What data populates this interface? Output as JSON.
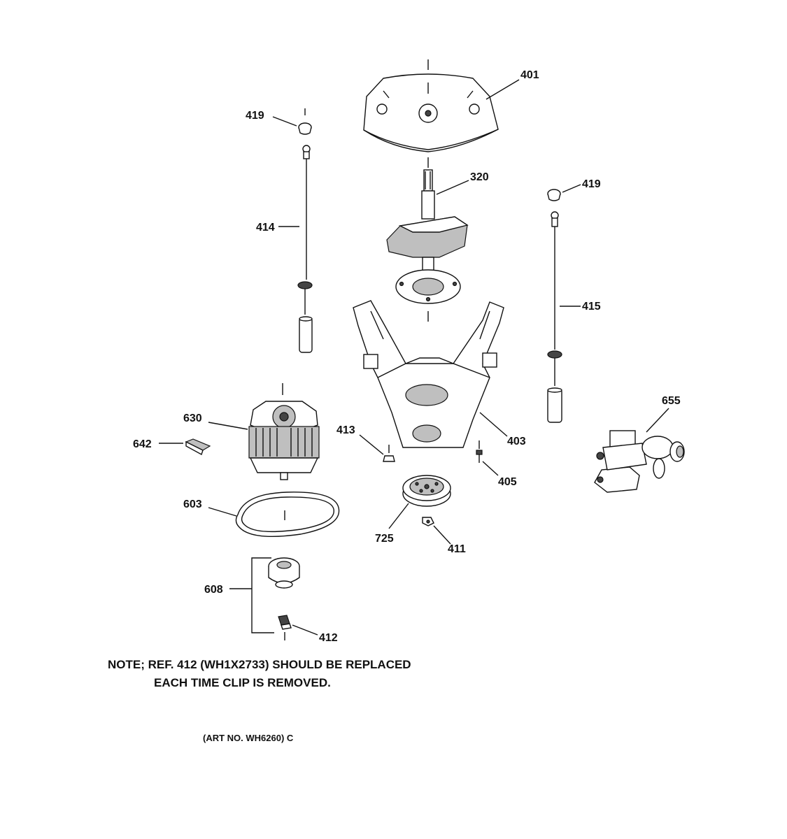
{
  "labels": {
    "l401": "401",
    "l419a": "419",
    "l419b": "419",
    "l320": "320",
    "l414": "414",
    "l415": "415",
    "l630": "630",
    "l642": "642",
    "l413": "413",
    "l403": "403",
    "l655": "655",
    "l405": "405",
    "l603": "603",
    "l725": "725",
    "l411": "411",
    "l608": "608",
    "l412": "412"
  },
  "note": {
    "line1": "NOTE; REF. 412 (WH1X2733) SHOULD BE REPLACED",
    "line2": "EACH TIME CLIP IS REMOVED."
  },
  "art_number": "(ART NO. WH6260) C"
}
